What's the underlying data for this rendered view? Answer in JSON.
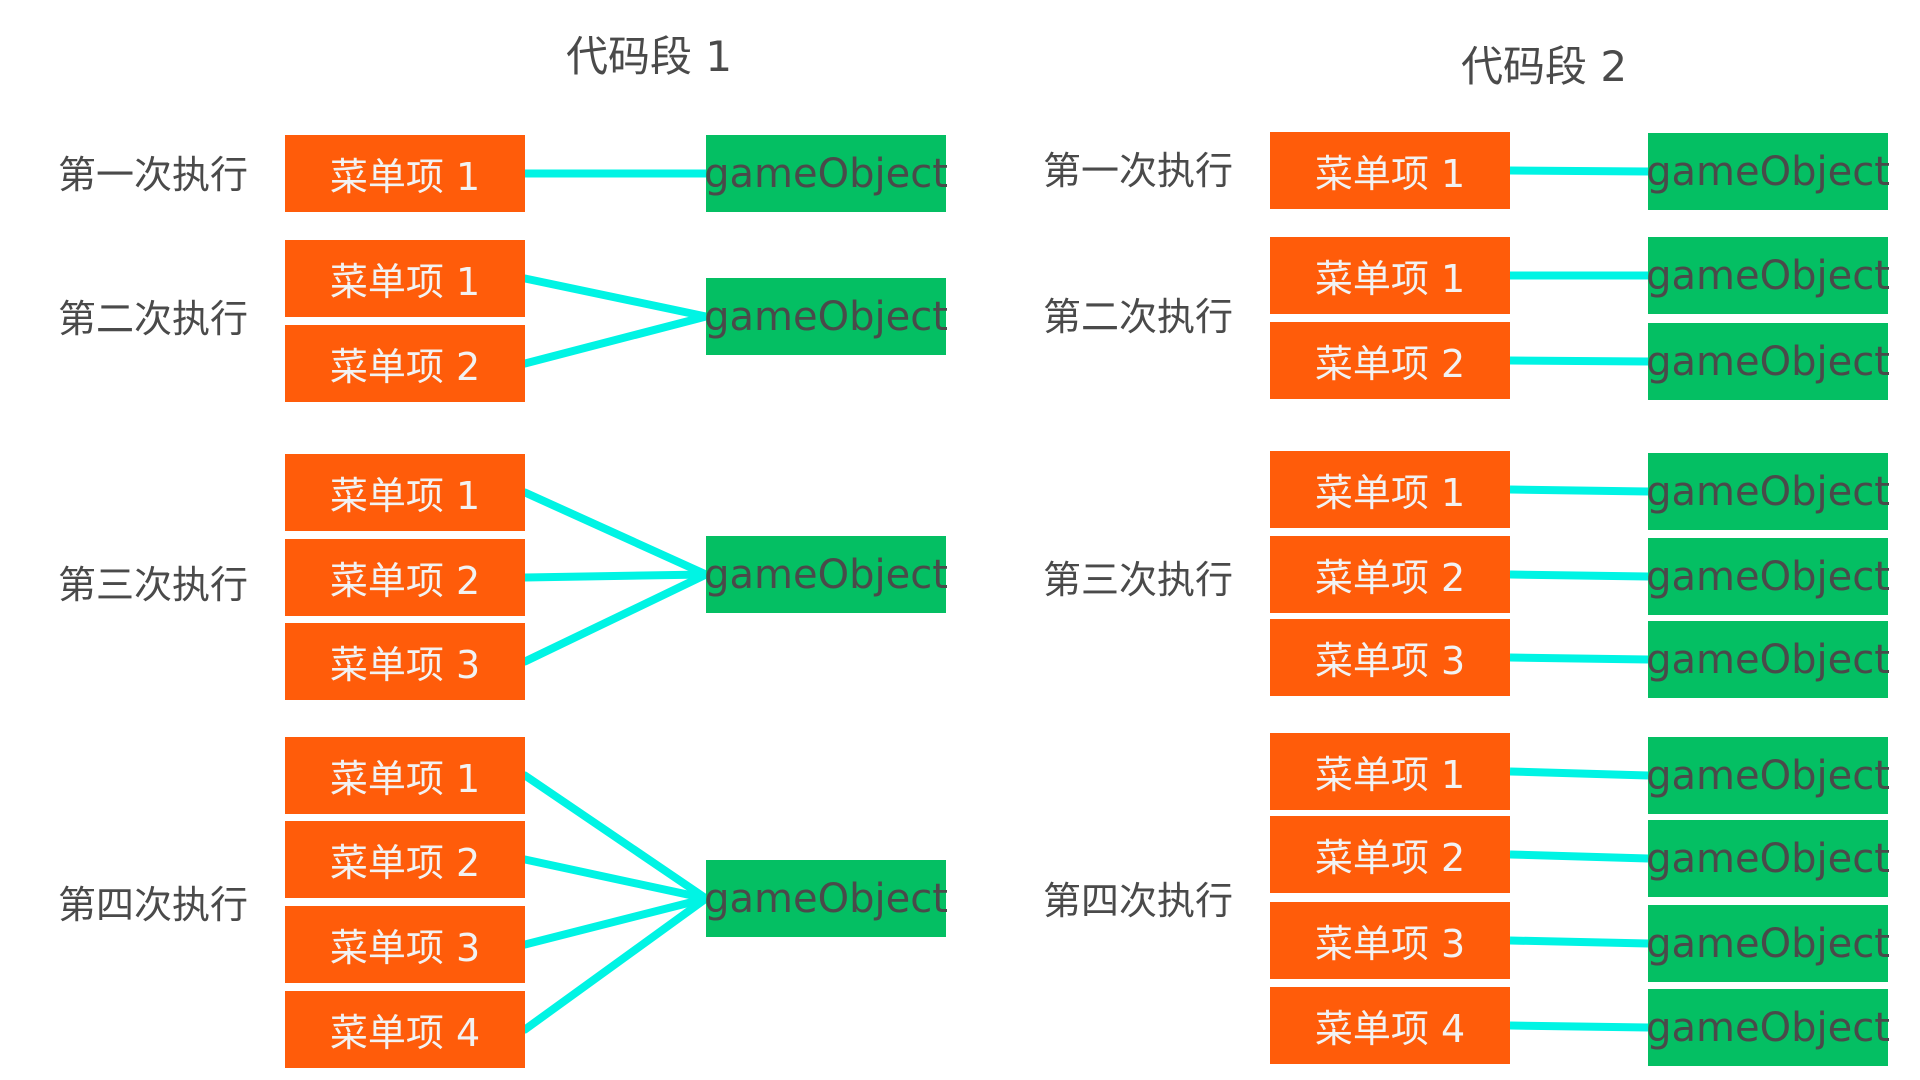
{
  "colors": {
    "menu_item": "#ff5c0a",
    "game_object": "#04bf63",
    "connector": "#00f4e4",
    "text_dark": "#4a4a4a",
    "text_light": "#f2f2f2"
  },
  "panels": [
    {
      "title": "代码段 1",
      "mode": "shared",
      "groups": [
        {
          "label": "第一次执行",
          "items": [
            "菜单项 1"
          ],
          "objects": [
            "gameObject"
          ]
        },
        {
          "label": "第二次执行",
          "items": [
            "菜单项 1",
            "菜单项 2"
          ],
          "objects": [
            "gameObject"
          ]
        },
        {
          "label": "第三次执行",
          "items": [
            "菜单项 1",
            "菜单项 2",
            "菜单项 3"
          ],
          "objects": [
            "gameObject"
          ]
        },
        {
          "label": "第四次执行",
          "items": [
            "菜单项 1",
            "菜单项 2",
            "菜单项 3",
            "菜单项 4"
          ],
          "objects": [
            "gameObject"
          ]
        }
      ]
    },
    {
      "title": "代码段 2",
      "mode": "one-to-one",
      "groups": [
        {
          "label": "第一次执行",
          "items": [
            "菜单项 1"
          ],
          "objects": [
            "gameObject"
          ]
        },
        {
          "label": "第二次执行",
          "items": [
            "菜单项 1",
            "菜单项 2"
          ],
          "objects": [
            "gameObject",
            "gameObject"
          ]
        },
        {
          "label": "第三次执行",
          "items": [
            "菜单项 1",
            "菜单项 2",
            "菜单项 3"
          ],
          "objects": [
            "gameObject",
            "gameObject",
            "gameObject"
          ]
        },
        {
          "label": "第四次执行",
          "items": [
            "菜单项 1",
            "菜单项 2",
            "菜单项 3",
            "菜单项 4"
          ],
          "objects": [
            "gameObject",
            "gameObject",
            "gameObject",
            "gameObject"
          ]
        }
      ]
    }
  ]
}
